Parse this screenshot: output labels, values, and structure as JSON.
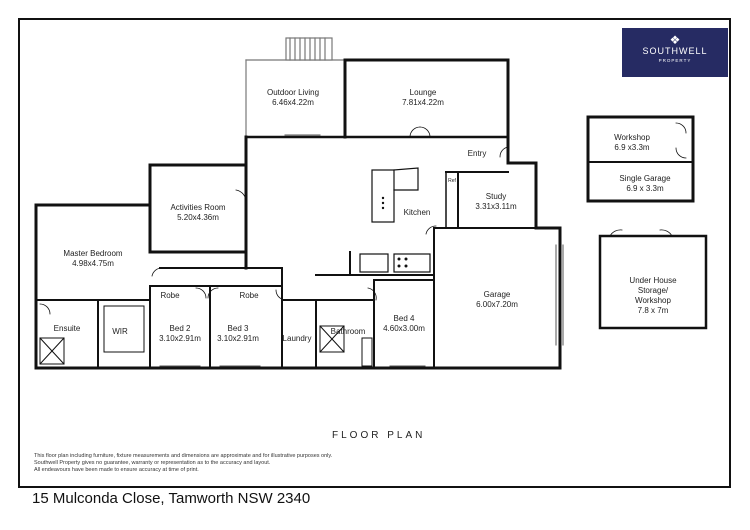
{
  "brand": {
    "name": "SOUTHWELL",
    "subtitle": "PROPERTY",
    "color": "#262b63"
  },
  "rooms": {
    "outdoor_living": {
      "name": "Outdoor Living",
      "size": "6.46x4.22m"
    },
    "lounge": {
      "name": "Lounge",
      "size": "7.81x4.22m"
    },
    "entry": {
      "name": "Entry"
    },
    "fridge": {
      "name": "Ref"
    },
    "study": {
      "name": "Study",
      "size": "3.31x3.11m"
    },
    "activities": {
      "name": "Activities Room",
      "size": "5.20x4.36m"
    },
    "kitchen": {
      "name": "Kitchen"
    },
    "master": {
      "name": "Master Bedroom",
      "size": "4.98x4.75m"
    },
    "robe1": {
      "name": "Robe"
    },
    "robe2": {
      "name": "Robe"
    },
    "ensuite": {
      "name": "Ensuite"
    },
    "wir": {
      "name": "WIR"
    },
    "bed2": {
      "name": "Bed 2",
      "size": "3.10x2.91m"
    },
    "bed3": {
      "name": "Bed 3",
      "size": "3.10x2.91m"
    },
    "laundry": {
      "name": "Laundry"
    },
    "bathroom": {
      "name": "Bathroom"
    },
    "bed4": {
      "name": "Bed 4",
      "size": "4.60x3.00m"
    },
    "garage": {
      "name": "Garage",
      "size": "6.00x7.20m"
    },
    "workshop": {
      "name": "Workshop",
      "size": "6.9 x3.3m"
    },
    "single_garage": {
      "name": "Single Garage",
      "size": "6.9 x 3.3m"
    },
    "under_house": {
      "line1": "Under House",
      "line2": "Storage/",
      "line3": "Workshop",
      "size": "7.8 x 7m"
    }
  },
  "floor_plan_title": "FLOOR PLAN",
  "disclaimer": {
    "line1": "This floor plan including furniture, fixture measurements and dimensions are approximate and for illustrative purposes only.",
    "line2": "Southwell Property gives no guarantee, warranty or representation as to the accuracy and layout.",
    "line3": "All endeavours have been made to ensure accuracy at time of print."
  },
  "address": "15 Mulconda Close, Tamworth NSW 2340"
}
